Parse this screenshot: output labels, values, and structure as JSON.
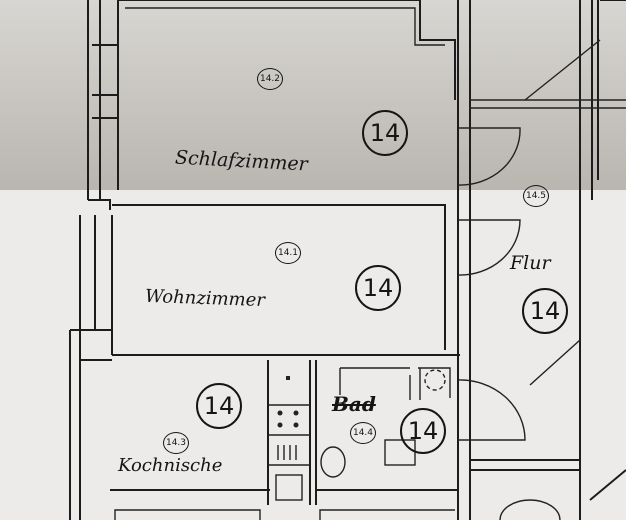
{
  "rooms": [
    {
      "name": "Schlafzimmer",
      "number": "14.2",
      "unit": "14"
    },
    {
      "name": "Wohnzimmer",
      "number": "14.1",
      "unit": "14"
    },
    {
      "name": "Flur",
      "number": "14.5",
      "unit": "14"
    },
    {
      "name": "Kochnische",
      "number": "14.3",
      "unit": "14"
    },
    {
      "name": "Bad",
      "number": "14.4",
      "unit": "14"
    }
  ]
}
